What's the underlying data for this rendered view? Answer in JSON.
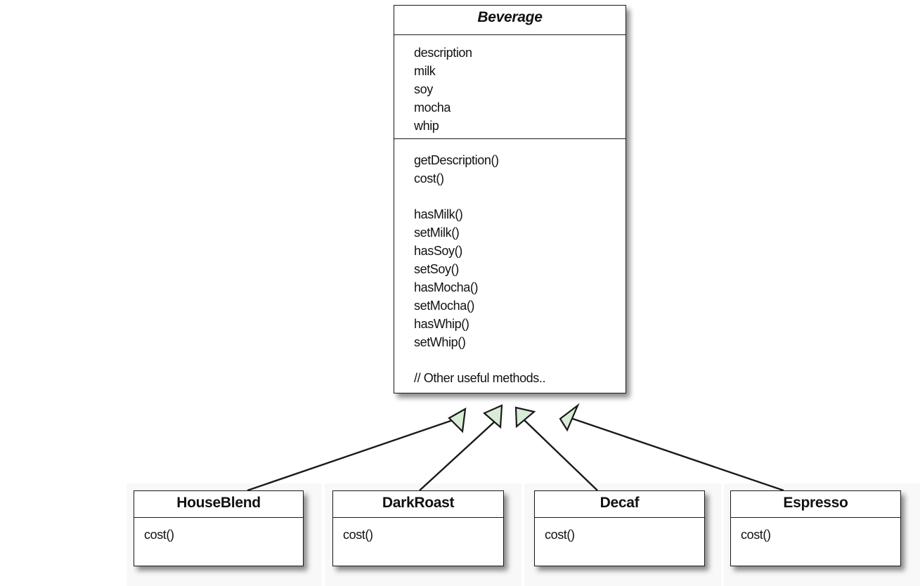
{
  "colors": {
    "line": "#1a1a1a",
    "arrow_fill": "#d9ecd8",
    "box_fill": "#ffffff"
  },
  "beverage": {
    "title": "Beverage",
    "attributes": [
      "description",
      "milk",
      "soy",
      "mocha",
      "whip"
    ],
    "methods_primary": [
      "getDescription()",
      "cost()"
    ],
    "methods_condiments": [
      "hasMilk()",
      "setMilk()",
      "hasSoy()",
      "setSoy()",
      "hasMocha()",
      "setMocha()",
      "hasWhip()",
      "setWhip()"
    ],
    "comment": "// Other useful methods.."
  },
  "subclasses": [
    {
      "name": "HouseBlend",
      "method": "cost()"
    },
    {
      "name": "DarkRoast",
      "method": "cost()"
    },
    {
      "name": "Decaf",
      "method": "cost()"
    },
    {
      "name": "Espresso",
      "method": "cost()"
    }
  ]
}
